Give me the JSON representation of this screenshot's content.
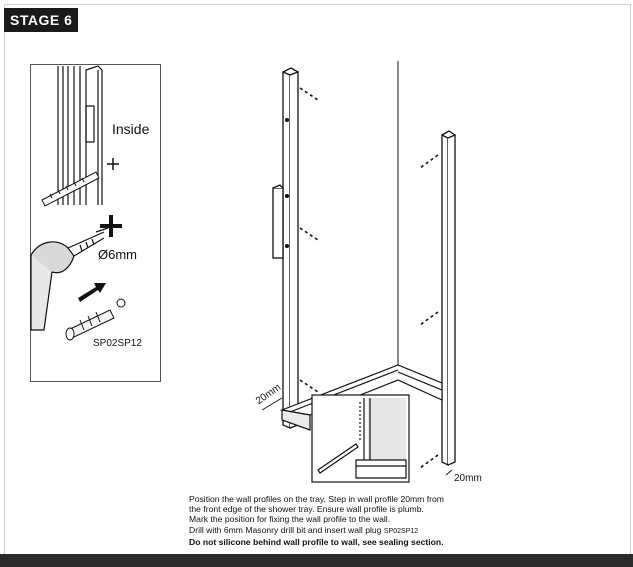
{
  "stage": {
    "label": "STAGE 6"
  },
  "detail": {
    "inside_label": "Inside",
    "drill_label": "Ø6mm",
    "part_code": "SP02SP12"
  },
  "dimensions": {
    "left": "20mm",
    "right": "20mm"
  },
  "instructions": {
    "line1": "Position the wall profiles on the tray. Step in wall profile 20mm from",
    "line2": "the front edge of the shower tray. Ensure wall profile is plumb.",
    "line3": "Mark the position for fixing the wall profile to the wall.",
    "line4_text": "Drill with 6mm Masonry drill bit and insert wall plug",
    "line4_code": "SP02SP12",
    "line5": "Do not silicone behind wall profile to wall, see sealing section."
  }
}
